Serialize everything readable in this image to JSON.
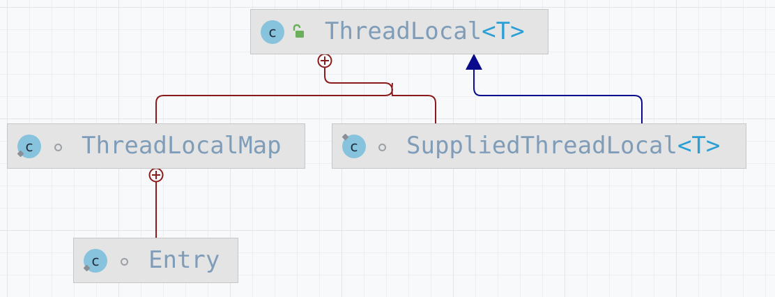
{
  "diagram": {
    "nodes": [
      {
        "id": "threadlocal",
        "name": "ThreadLocal",
        "type_param": "<T>",
        "kind_letter": "c",
        "visibility": "public"
      },
      {
        "id": "threadlocalmap",
        "name": "ThreadLocalMap",
        "type_param": "",
        "kind_letter": "c",
        "visibility": "package-private"
      },
      {
        "id": "suppliedthreadlocal",
        "name": "SuppliedThreadLocal",
        "type_param": "<T>",
        "kind_letter": "c",
        "visibility": "package-private"
      },
      {
        "id": "entry",
        "name": "Entry",
        "type_param": "",
        "kind_letter": "c",
        "visibility": "package-private"
      }
    ],
    "edges": [
      {
        "from": "threadlocalmap",
        "to": "threadlocal",
        "relation": "nested-class",
        "color": "#8b1a1a"
      },
      {
        "from": "suppliedthreadlocal",
        "to": "threadlocal",
        "relation": "nested-class",
        "color": "#8b1a1a"
      },
      {
        "from": "suppliedthreadlocal",
        "to": "threadlocal",
        "relation": "extends",
        "color": "#0a0a8c"
      },
      {
        "from": "entry",
        "to": "threadlocalmap",
        "relation": "nested-class",
        "color": "#8b1a1a"
      }
    ],
    "colors": {
      "node_fill": "#e4e4e4",
      "class_icon": "#87c3dd",
      "class_name": "#7f9db8",
      "type_param": "#2a9fd6",
      "nested_edge": "#8b1a1a",
      "inheritance_edge": "#0a0a8c",
      "public_lock": "#6aaf5c"
    }
  }
}
